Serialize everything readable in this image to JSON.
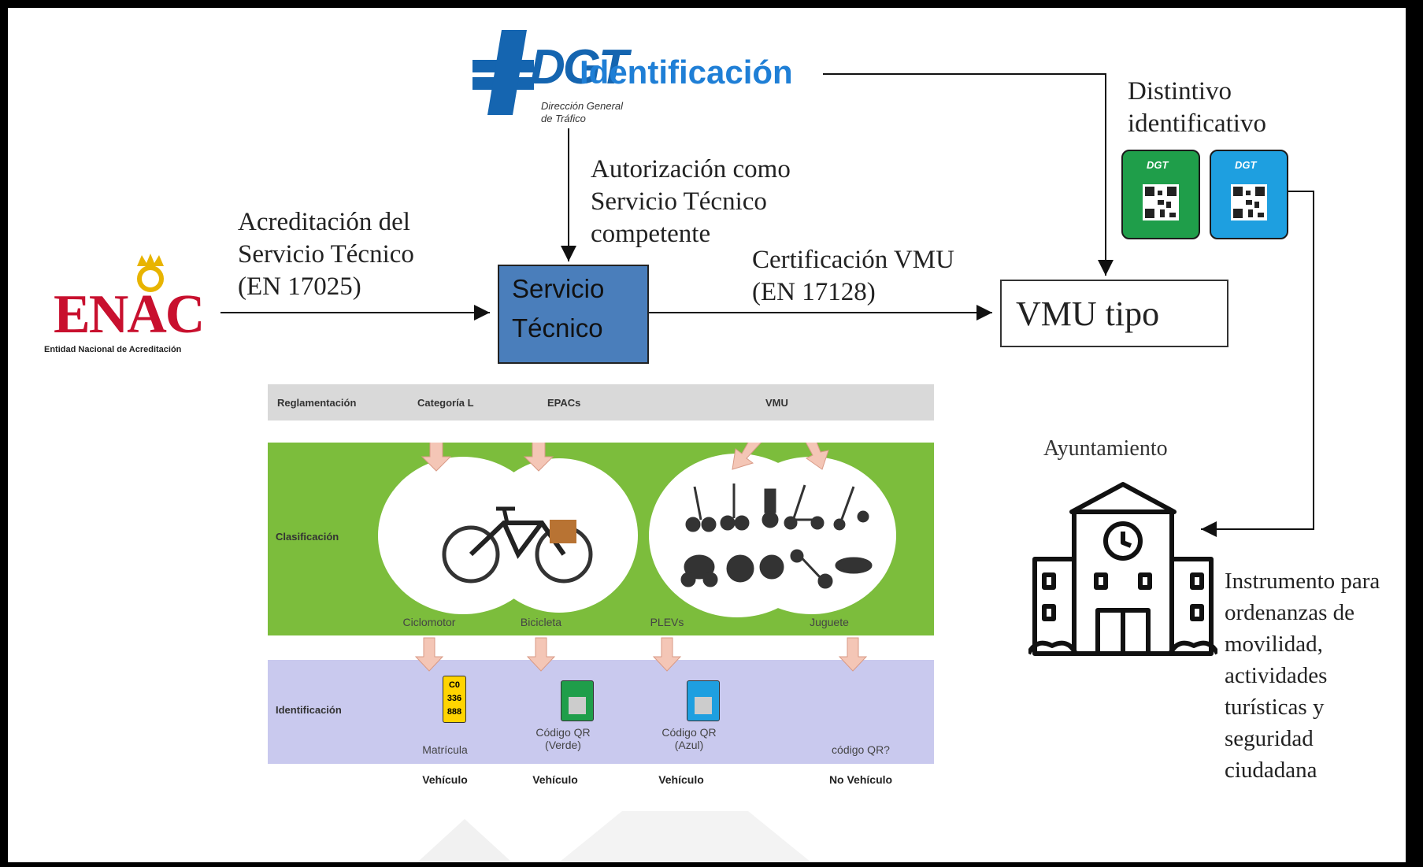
{
  "title": "Identificación",
  "dgt_logo": {
    "text": "DGT",
    "sub1": "Dirección General",
    "sub2": "de Tráfico"
  },
  "enac_logo": {
    "text": "ENAC",
    "sub": "Entidad Nacional de Acreditación"
  },
  "labels": {
    "acreditacion": [
      "Acreditación del",
      "Servicio Técnico",
      "(EN 17025)"
    ],
    "autorizacion": [
      "Autorización como",
      "Servicio Técnico",
      "competente"
    ],
    "certificacion": [
      "Certificación VMU",
      "(EN 17128)"
    ],
    "distintivo": [
      "Distintivo",
      "identificativo"
    ],
    "ayuntamiento": "Ayuntamiento",
    "instrumento": [
      "Instrumento para",
      "ordenanzas de",
      "movilidad,",
      "actividades",
      "turísticas y",
      "seguridad",
      "ciudadana"
    ]
  },
  "servicio_tecnico": [
    "Servicio",
    "Técnico"
  ],
  "vmu_tipo": "VMU tipo",
  "badges": [
    {
      "label": "DGT",
      "color": "#1f9e4a"
    },
    {
      "label": "DGT",
      "color": "#1e9fe0"
    }
  ],
  "table": {
    "header": [
      "Reglamentación",
      "Categoría L",
      "EPACs",
      "VMU"
    ],
    "row_clasificacion": "Clasificación",
    "categories": [
      "Ciclomotor",
      "Bicicleta",
      "PLEVs",
      "Juguete"
    ],
    "row_identificacion": "Identificación",
    "plate": [
      "C0",
      "336",
      "888"
    ],
    "id_items": [
      "Matrícula",
      "Código QR (Verde)",
      "Código QR (Azul)",
      "código QR?"
    ],
    "id_items_lines": [
      [
        "Matrícula"
      ],
      [
        "Código QR",
        "(Verde)"
      ],
      [
        "Código QR",
        "(Azul)"
      ],
      [
        "código QR?"
      ]
    ],
    "types": [
      "Vehículo",
      "Vehículo",
      "Vehículo",
      "No Vehículo"
    ]
  },
  "colors": {
    "green_band": "#7cbd3c",
    "lavender_band": "#c9c9ee",
    "header_band": "#d9d9d9",
    "servicio_box": "#4a7ebb",
    "title_blue": "#1f7fd6",
    "enac_red": "#c8102e",
    "enac_gold": "#e8b400"
  },
  "icons": [
    "dgt-logo",
    "enac-logo",
    "qr-badge-icon",
    "bicycle-icon",
    "vmu-vehicles-icon",
    "town-hall-icon"
  ]
}
